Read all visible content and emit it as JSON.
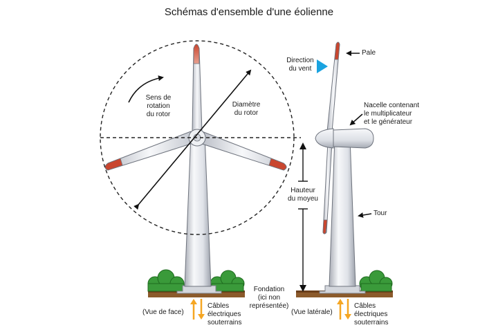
{
  "title": "Schémas d'ensemble d'une éolienne",
  "front": {
    "rotation": [
      "Sens de",
      "rotation",
      "du rotor"
    ],
    "diameter": [
      "Diamètre",
      "du rotor"
    ],
    "view": "(Vue de face)",
    "cables": [
      "Câbles",
      "électriques",
      "souterrains"
    ]
  },
  "side": {
    "wind": [
      "Direction",
      "du vent"
    ],
    "blade": "Pale",
    "nacelle": [
      "Nacelle contenant",
      "le multiplicateur",
      "et le générateur"
    ],
    "hub_height": [
      "Hauteur",
      "du moyeu"
    ],
    "tower": "Tour",
    "view": "(Vue latérale)",
    "cables": [
      "Câbles",
      "électriques",
      "souterrains"
    ]
  },
  "foundation": [
    "Fondation",
    "(ici non",
    "représentée)"
  ],
  "colors": {
    "wind_arrow": "#1aa3e0",
    "cable_arrow": "#f5a623",
    "blade_tip": "#c9462f",
    "bush": "#3a9a3a",
    "ground": "#8b5a2b",
    "structure": "#e6e8ed"
  }
}
